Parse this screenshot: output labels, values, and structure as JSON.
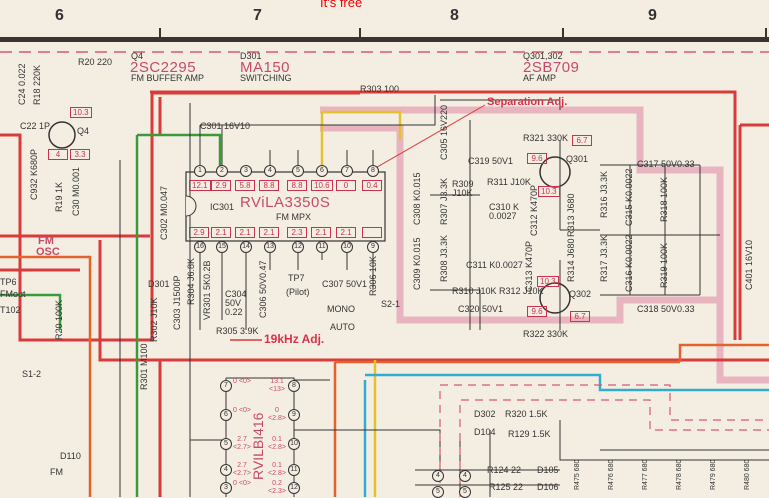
{
  "banner": "It's free",
  "columns": [
    "6",
    "7",
    "8",
    "9"
  ],
  "headers": [
    {
      "ref": "Q4",
      "part": "2SC2295",
      "func": "FM BUFFER AMP"
    },
    {
      "ref": "D301",
      "part": "MA150",
      "func": "SWITCHING"
    },
    {
      "ref": "Q301,302",
      "part": "2SB709",
      "func": "AF AMP"
    }
  ],
  "annotations": {
    "separation": "Separation Adj.",
    "khz19": "19kHz Adj.",
    "fm_osc": [
      "FM",
      "OSC"
    ]
  },
  "ic301": {
    "ref": "IC301",
    "part": "RViLA3350S",
    "func": "FM MPX",
    "top_pins": [
      "1",
      "2",
      "3",
      "4",
      "5",
      "6",
      "7",
      "8"
    ],
    "top_volts": [
      "12.1",
      "2.9",
      "5.8",
      "8.8",
      "8.8",
      "10.6",
      "0",
      "0.4"
    ],
    "bottom_pins": [
      "16",
      "15",
      "14",
      "13",
      "12",
      "11",
      "10",
      "9"
    ],
    "bottom_volts": [
      "2.9",
      "2.1",
      "2.1",
      "2.1",
      "2.3",
      "2.1",
      "2.1",
      ""
    ]
  },
  "q4": {
    "label": "Q4",
    "volts": [
      "10.3",
      "4",
      "3.3"
    ]
  },
  "q301": {
    "label": "Q301",
    "volts": [
      "9.6",
      "10.3",
      "6.7"
    ]
  },
  "q302": {
    "label": "Q302",
    "volts": [
      "10.3",
      "9.6",
      "6.7"
    ]
  },
  "components": {
    "r20": "R20 220",
    "r303": "R303 100",
    "r321": "R321 330K",
    "r322": "R322 330K",
    "c319": "C319 50V1",
    "r311": "R311 J10K",
    "r309": "R309 J10K",
    "c310": "C310 K 0.0027",
    "c311": "C311 K0.0027",
    "r310": "R310 J10K",
    "r312": "R312 J10K",
    "c320": "C320 50V1",
    "c317": "C317 50V0.33",
    "c318": "C318 50V0.33",
    "r316": "R316 J3.3K",
    "r317": "R317 J3.3K",
    "c315": "C315 K0.0022",
    "c316": "C316 K0.0022",
    "r318": "R318 100K",
    "r319": "R319 100K",
    "r313": "R313 J680",
    "r314": "R314 J680",
    "c312": "C312 K470P",
    "c313": "C313 K470P",
    "c305": "C305 16V220",
    "c301": "C301 16V10",
    "c302": "C302 M0.047",
    "r307": "R307 J3.3K",
    "r308": "R308 J3.3K",
    "c308": "C308 K0.015",
    "c309": "C309 K0.015",
    "c22": "C22 1P",
    "r19": "R19 1K",
    "c30": "C30 M0.001",
    "c932": "C932 K680P",
    "r18": "R18 220K",
    "c24": "C24 0.022",
    "tp7": "TP7",
    "pilot": "(Pilot)",
    "c307": "C307 50V1",
    "r306": "R306 10K",
    "s21": "S2-1",
    "mono": "MONO",
    "auto": "AUTO",
    "c304": "C304 50V 0.22",
    "c306": "C306 50V0.47",
    "r305": "R305 3.9K",
    "vr301": "VR301 5K0.2B",
    "r304": "R304 J6.8K",
    "d301": "D301",
    "r302": "R302 J10K",
    "c303": "C303 J1500P",
    "r301": "R301 M100",
    "tp6": "TP6",
    "fmout": "FMout",
    "t102": "T102",
    "r20b": "R20 100K",
    "s12": "S1-2",
    "c401": "C401 16V10",
    "ic2": "RVILBI416",
    "d302": "D302",
    "r320": "R320 1.5K",
    "d104": "D104",
    "r129": "R129 1.5K",
    "r124": "R124 22",
    "r125": "R125 22",
    "d105": "D105",
    "d106": "D106",
    "fm": "FM",
    "d110": "D110"
  },
  "ic2_pins": {
    "left": [
      "7",
      "6",
      "5",
      "4",
      "3"
    ],
    "right": [
      "8",
      "9",
      "10",
      "11",
      "12"
    ],
    "left_volts": [
      "0 <0>",
      "0 <0>",
      "2.7 <2.7>",
      "2.7 <2.7>",
      "0 <0>"
    ],
    "right_volts": [
      "13.1 <13>",
      "0 <2.8>",
      "0.1 <2.8>",
      "0.1 <2.8>",
      "0.2 <2.3>"
    ]
  },
  "connector_pins": [
    "4",
    "5",
    "4",
    "5"
  ],
  "led_resistors": [
    "R475 680",
    "R476 680",
    "R477 680",
    "R478 680",
    "R479 680",
    "R480 680"
  ]
}
